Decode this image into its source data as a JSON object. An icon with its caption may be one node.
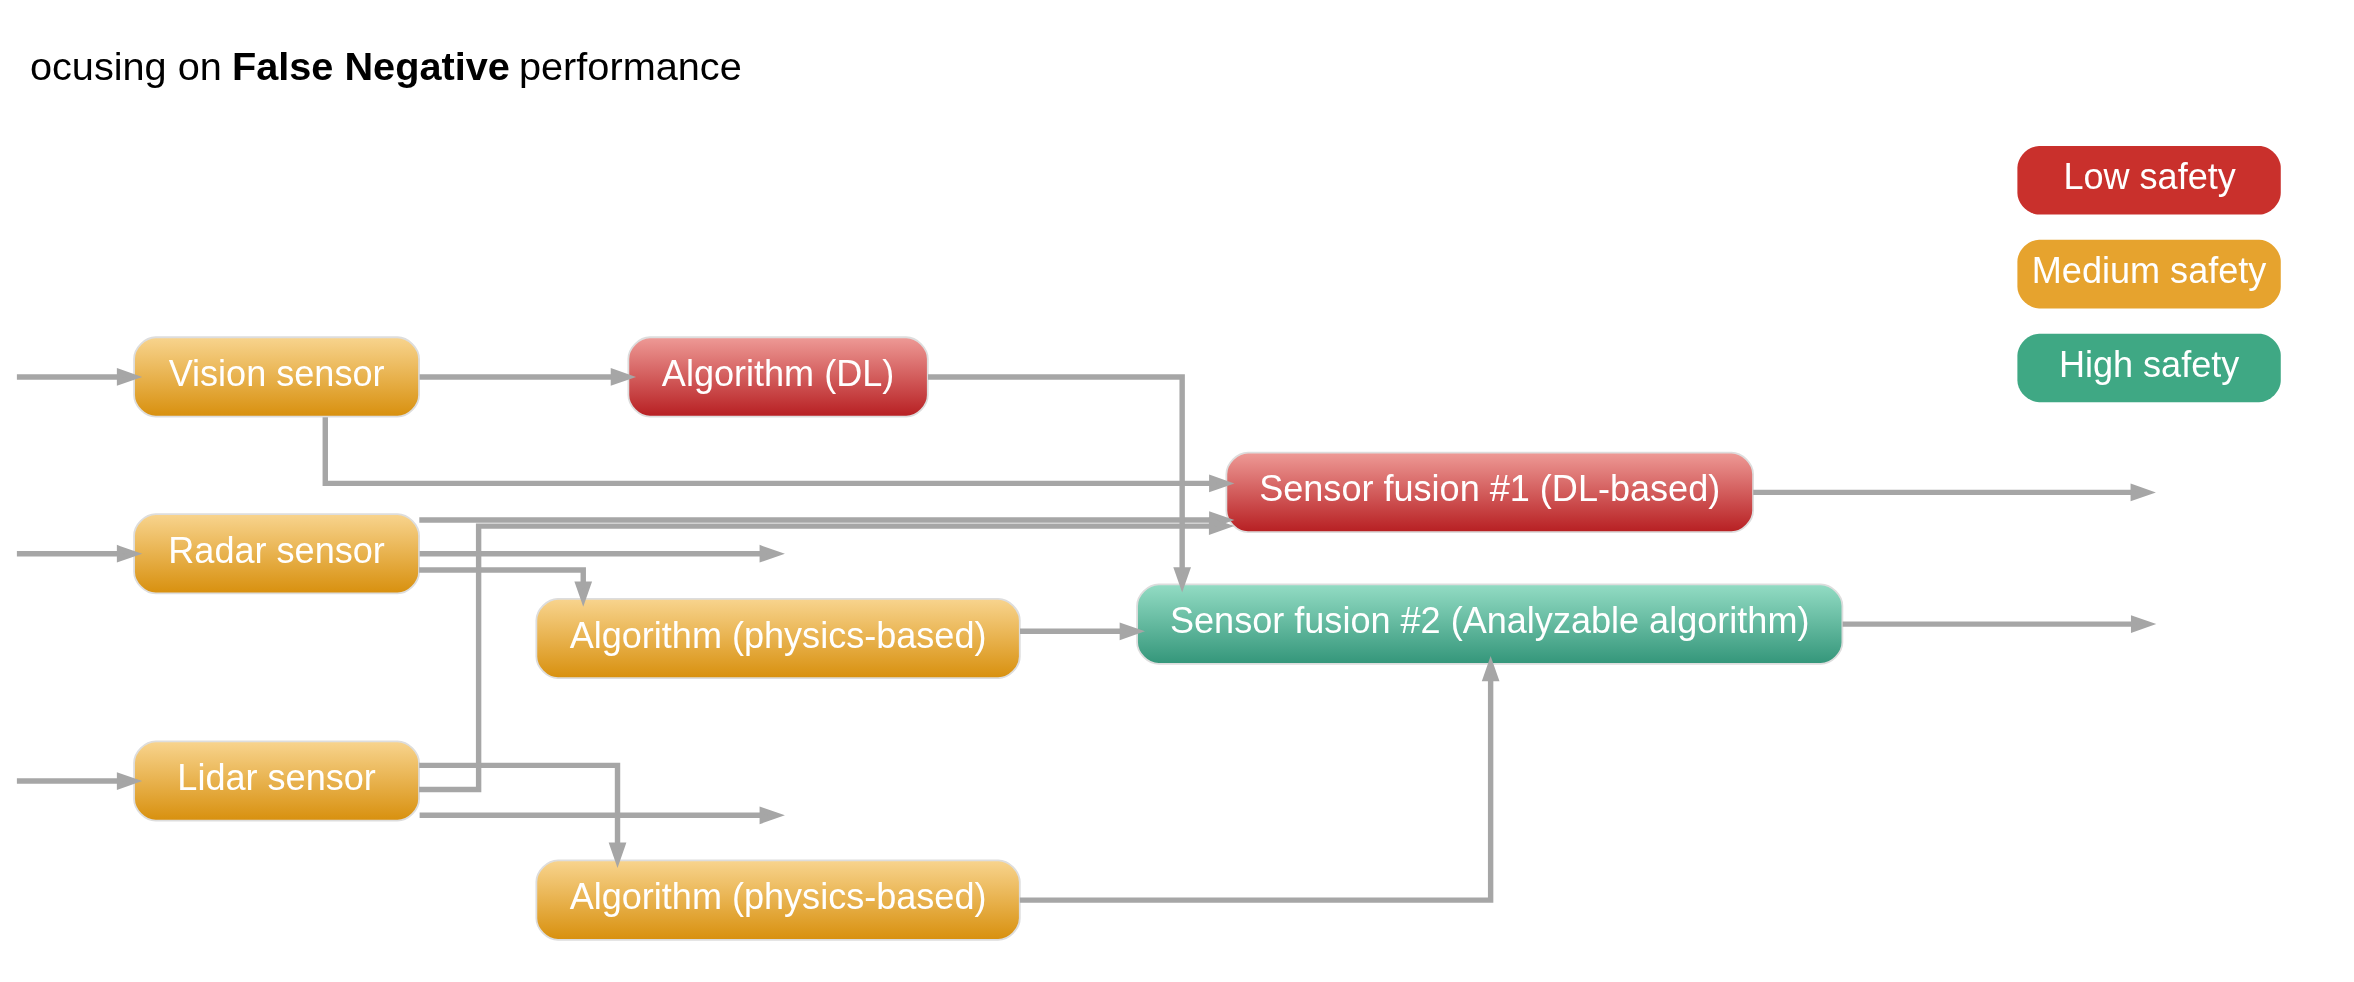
{
  "diagram": {
    "title": "ocusing on **False Negative** performance",
    "nodes": [
      {
        "text": [
          "Vision sensor"
        ]
      },
      {
        "text": [
          "Radar sensor"
        ]
      },
      {
        "text": [
          "Lidar sensor"
        ]
      },
      {
        "text": [
          "Algorithm (DL)"
        ]
      },
      {
        "text": [
          "Algorithm (physics-based)"
        ]
      },
      {
        "text": [
          "Algorithm (physics-based)"
        ]
      },
      {
        "text": [
          "Sensor fusion #1 (DL-based)"
        ]
      },
      {
        "text": [
          "Sensor fusion #2 (Analyzable algorithm)"
        ]
      }
    ],
    "edges": [
      {
        "from": null,
        "to": 0,
        "arrow": "to"
      },
      {
        "from": 1,
        "to": null,
        "arrow": "to"
      },
      {
        "from": null,
        "to": 1,
        "arrow": "to"
      },
      {
        "from": 2,
        "to": null,
        "arrow": "to"
      },
      {
        "from": null,
        "to": 2,
        "arrow": "to"
      },
      {
        "from": 0,
        "to": 3,
        "arrow": "to"
      },
      {
        "from": 0,
        "to": 6,
        "arrow": "to"
      },
      {
        "from": 1,
        "to": 4,
        "arrow": "to"
      },
      {
        "from": 1,
        "to": 6,
        "arrow": "to"
      },
      {
        "from": 2,
        "to": 5,
        "arrow": "to"
      },
      {
        "from": 2,
        "to": 6,
        "arrow": "to"
      },
      {
        "from": 3,
        "to": 7,
        "arrow": "to"
      },
      {
        "from": 4,
        "to": 7,
        "arrow": "to"
      },
      {
        "from": 5,
        "to": 7,
        "arrow": "to"
      },
      {
        "from": 6,
        "to": null,
        "arrow": "to"
      },
      {
        "from": 7,
        "to": null,
        "arrow": "to"
      }
    ],
    "legend": [
      {
        "text": "Low safety",
        "color": "#c9302c"
      },
      {
        "text": "Medium safety",
        "color": "#e6a32e"
      },
      {
        "text": "High safety",
        "color": "#3fa884"
      }
    ]
  }
}
